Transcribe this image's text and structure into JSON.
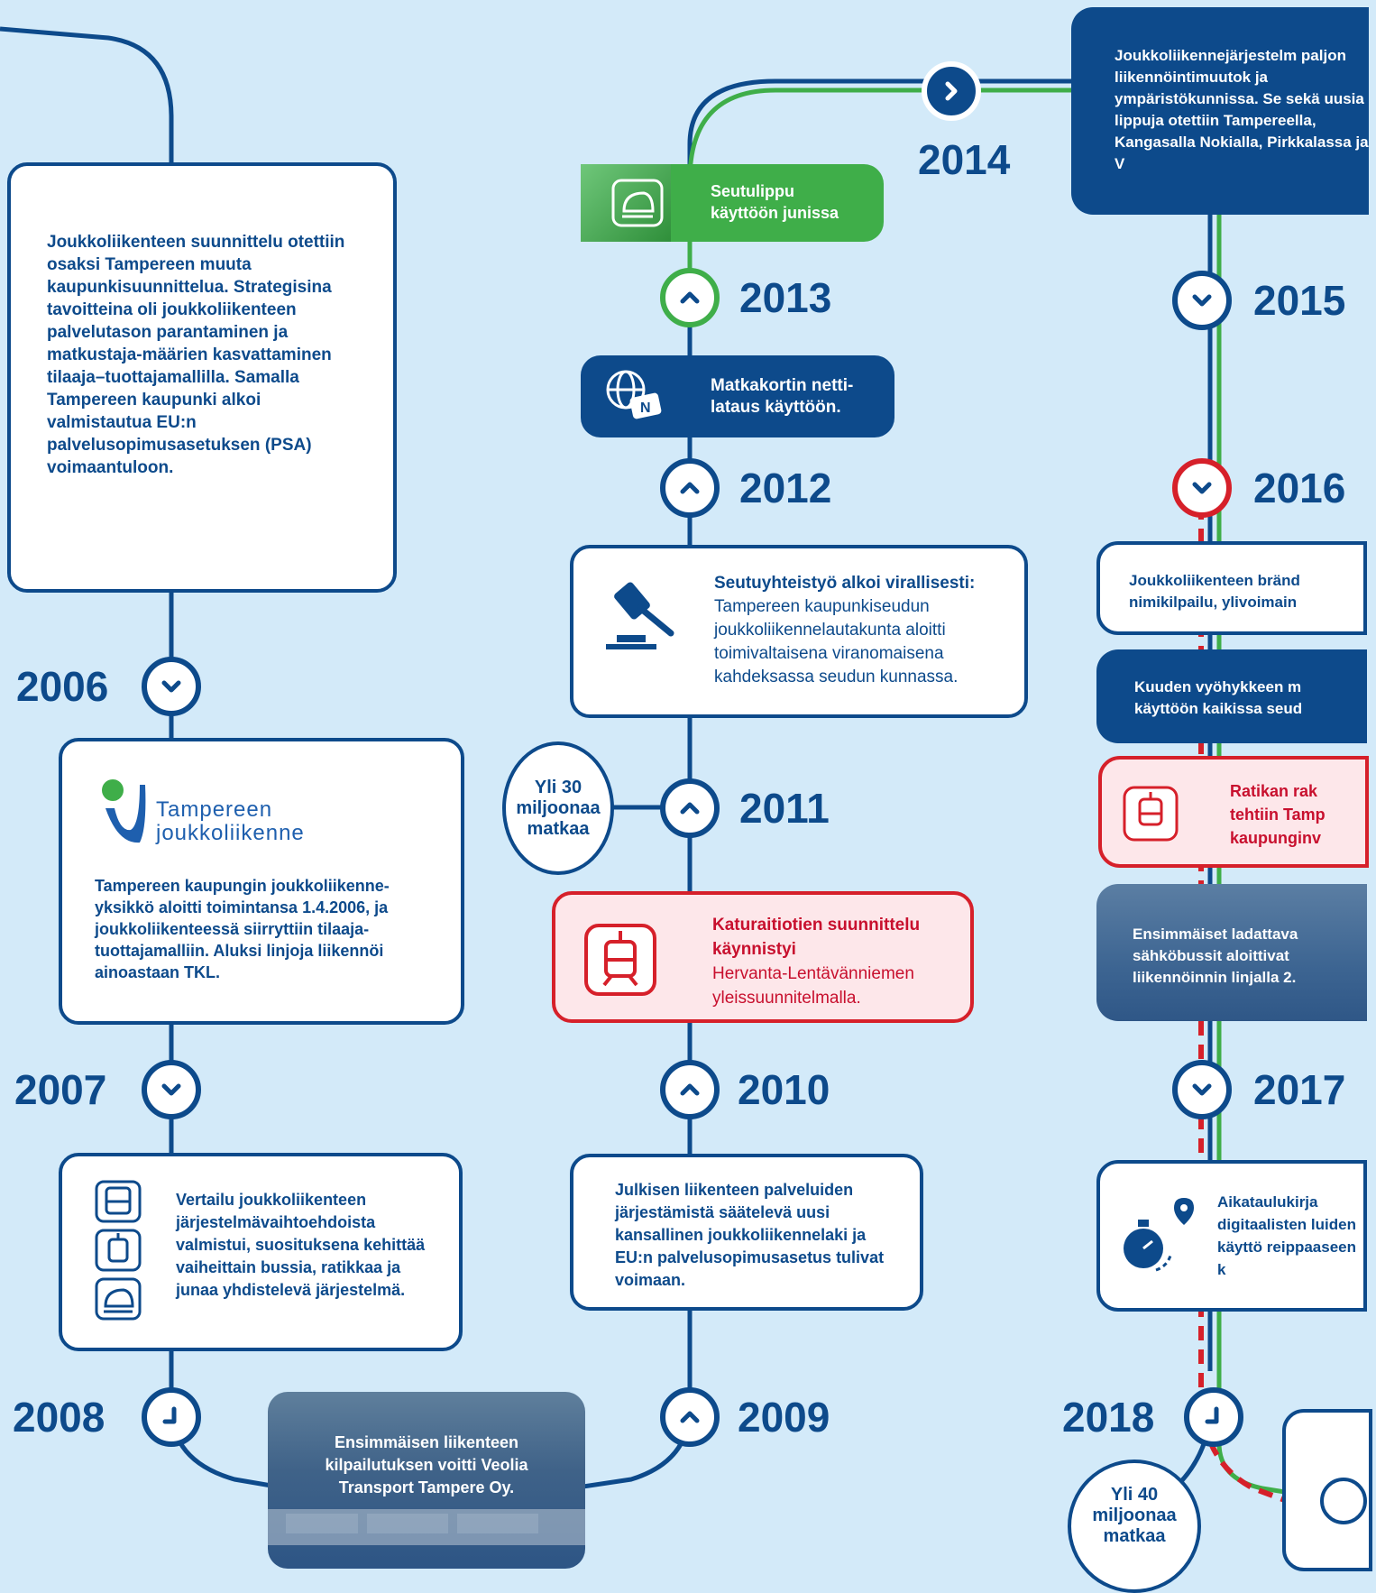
{
  "years": {
    "y2006": "2006",
    "y2007": "2007",
    "y2008": "2008",
    "y2009": "2009",
    "y2010": "2010",
    "y2011": "2011",
    "y2012": "2012",
    "y2013": "2013",
    "y2014": "2014",
    "y2015": "2015",
    "y2016": "2016",
    "y2017": "2017",
    "y2018": "2018"
  },
  "box_intro": {
    "text": "Joukkoliikenteen suunnittelu otettiin osaksi Tampereen muuta kaupunkisuunnittelua. Strategisina tavoitteina oli joukkoliikenteen palvelutason parantaminen ja matkustaja-määrien kasvattaminen tilaaja–tuottajamallilla. Samalla Tampereen kaupunki alkoi valmistautua EU:n palvelusopimusasetuksen (PSA) voimaantuloon."
  },
  "box_2006": {
    "logo_line1": "Tampereen",
    "logo_line2": "joukkoliikenne",
    "text": "Tampereen kaupungin joukkoliikenne-yksikkö aloitti toimintansa 1.4.2006, ja joukkoliikenteessä siirryttiin tilaaja-tuottajamalliin. Aluksi linjoja liikennöi ainoastaan TKL."
  },
  "box_2007": {
    "text": "Vertailu joukkoliikenteen järjestelmävaihtoehdoista valmistui, suosituksena kehittää vaiheittain bussia, ratikkaa ja junaa yhdistelevä järjestelmä."
  },
  "box_2008": {
    "text": "Ensimmäisen liikenteen kilpailutuksen voitti Veolia Transport Tampere Oy."
  },
  "box_2010": {
    "text": "Julkisen liikenteen palveluiden järjestämistä säätelevä uusi kansallinen joukkoliikennelaki ja EU:n palvelusopimusasetus tulivat voimaan."
  },
  "box_tram": {
    "title": "Katuraitiotien suunnittelu käynnistyi",
    "text": "Hervanta-Lentävänniemen yleissuunnitelmalla."
  },
  "bubble_2011": {
    "text": "Yli 30 miljoonaa matkaa"
  },
  "box_2012": {
    "title": "Seutuyhteistyö alkoi virallisesti:",
    "text": "Tampereen kaupunkiseudun joukkoliikennelautakunta aloitti toimivaltaisena viranomaisena kahdeksassa seudun kunnassa."
  },
  "box_netti": {
    "text": "Matkakortin netti-lataus käyttöön."
  },
  "box_seutulippu": {
    "text": "Seutulippu käyttöön junissa"
  },
  "box_2014": {
    "text": "Joukkoliikennejärjestelm paljon liikennöintimuutok ja ympäristökunnissa. Se sekä uusia lippuja otettiin Tampereella, Kangasalla Nokialla, Pirkkalassa ja V"
  },
  "box_brand": {
    "text": "Joukkoliikenteen bränd nimikilpailu, ylivoimain"
  },
  "box_zones": {
    "text": "Kuuden vyöhykkeen m käyttöön kaikissa seud"
  },
  "box_ratikka": {
    "text": "Ratikan rak tehtiin Tamp kaupunginv"
  },
  "box_ebus": {
    "text": "Ensimmäiset ladattava sähköbussit aloittivat liikennöinnin linjalla 2."
  },
  "box_2017": {
    "text": "Aikataulukirja digitaalisten luiden käyttö reippaaseen k"
  },
  "bubble_2018": {
    "text": "Yli 40 miljoonaa matkaa"
  },
  "colors": {
    "navy": "#0d4a8b",
    "green": "#3fae49",
    "red": "#d6202a",
    "background": "#d3eaf9",
    "tram_bg": "#fde7ea"
  },
  "icons": [
    "chevron-down-icon",
    "chevron-up-icon",
    "chevron-right-icon",
    "corner-icon",
    "bus-icon",
    "tram-icon",
    "train-icon",
    "gavel-icon",
    "globe-card-icon",
    "stopwatch-icon",
    "map-pin-icon"
  ]
}
